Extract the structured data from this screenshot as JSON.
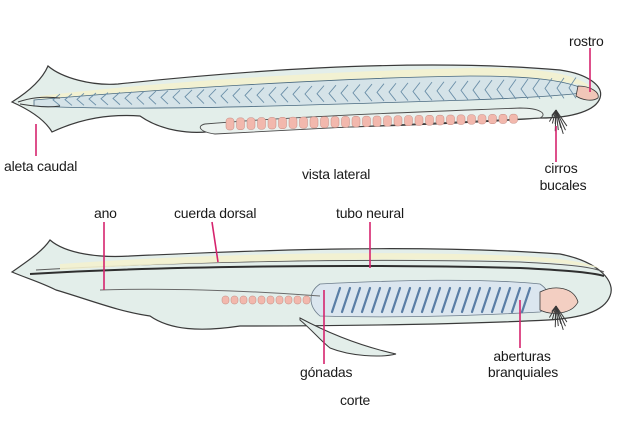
{
  "figure_1": {
    "caption": "vista lateral",
    "labels": {
      "rostro": "rostro",
      "aleta_caudal": "aleta caudal",
      "cirros_line1": "cirros",
      "cirros_line2": "bucales"
    }
  },
  "figure_2": {
    "caption": "corte",
    "labels": {
      "ano": "ano",
      "cuerda_dorsal": "cuerda dorsal",
      "tubo_neural": "tubo neural",
      "gonadas": "gónadas",
      "aberturas_line1": "aberturas",
      "aberturas_line2": "branquiales"
    }
  },
  "colors": {
    "body_fill": "#e4eeea",
    "body_outline": "#3a3a3a",
    "myomere_stripes": "#6b8fa8",
    "gonads": "#f2b8ad",
    "leader_lines": "#d6246e",
    "gill_slits": "#5a7ea6"
  }
}
